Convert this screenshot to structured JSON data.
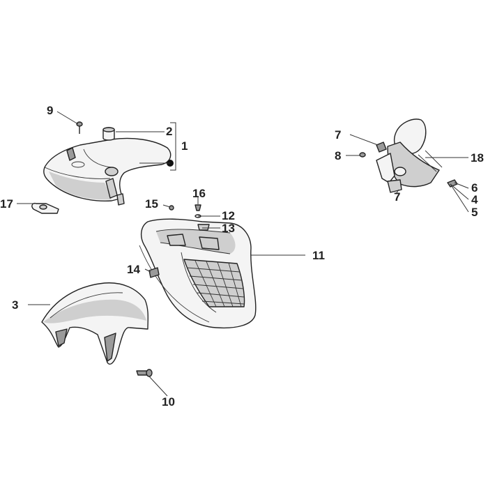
{
  "colors": {
    "line": "#222222",
    "shade": "#cfcfcf",
    "shade_dark": "#9a9a9a",
    "background": "#ffffff"
  },
  "callouts": {
    "c1": "1",
    "c2": "2",
    "c3": "3",
    "c4": "4",
    "c5": "5",
    "c6": "6",
    "c7a": "7",
    "c7b": "7",
    "c8": "8",
    "c9": "9",
    "c10": "10",
    "c11": "11",
    "c12": "12",
    "c13": "13",
    "c14": "14",
    "c15": "15",
    "c16": "16",
    "c17": "17",
    "c18": "18"
  }
}
